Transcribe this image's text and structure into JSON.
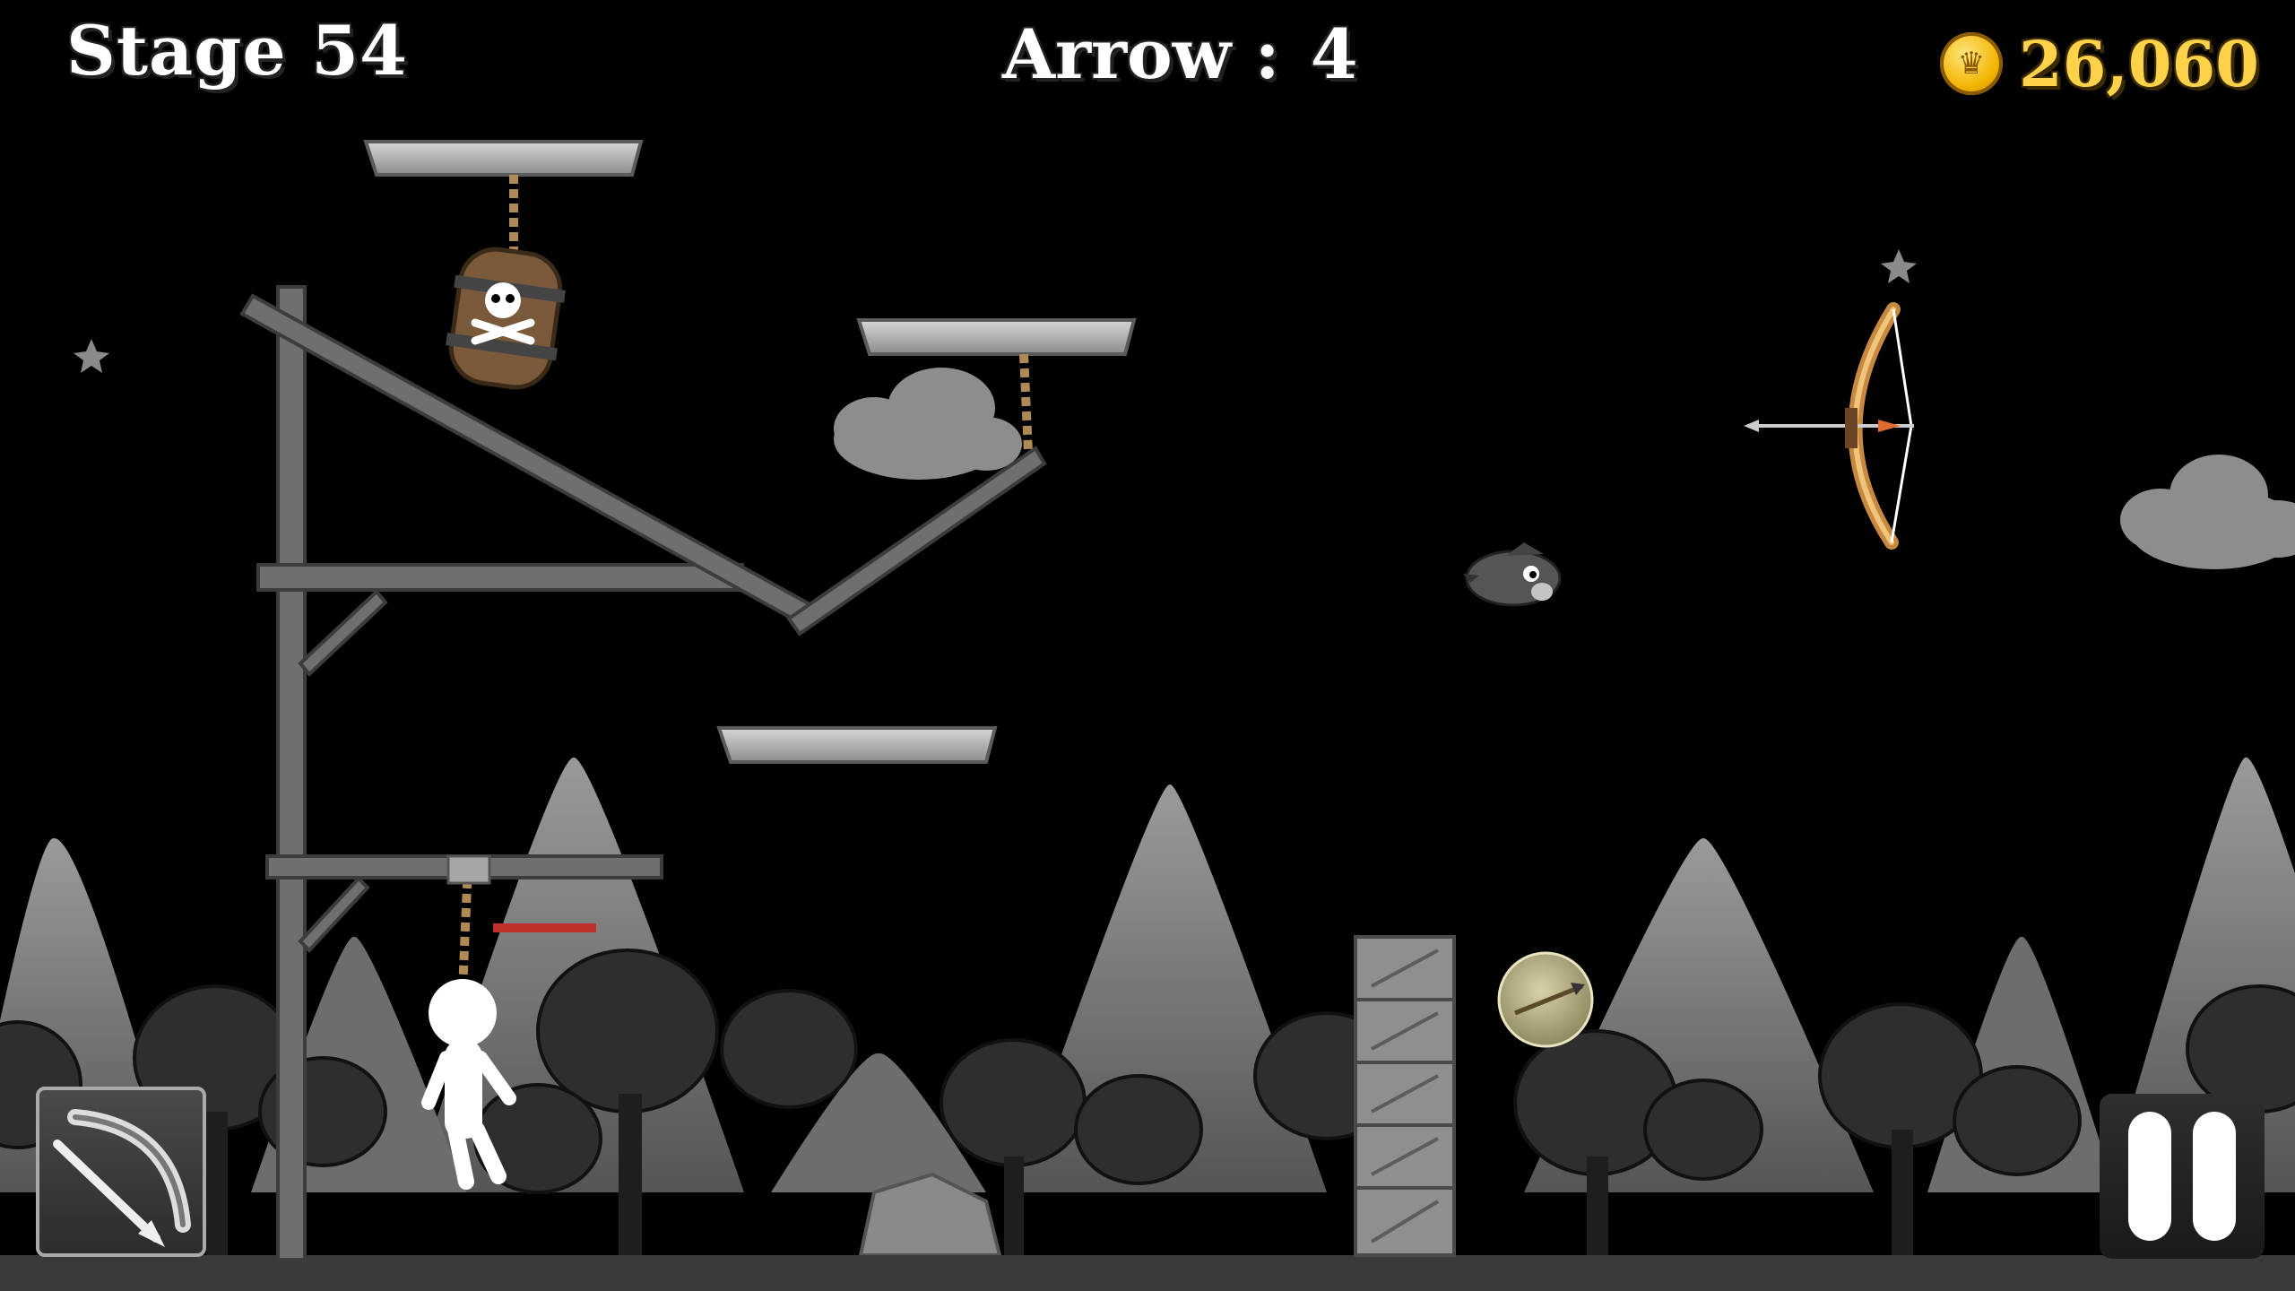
{
  "hud": {
    "stage_text": "Stage 54",
    "arrow_label": "Arrow :",
    "arrow_count": "4",
    "coins": "26,060"
  },
  "colors": {
    "background": "#000000",
    "bow": "#e0a95c",
    "coin": "#f2b400",
    "coin_text": "#ffd24a",
    "rope_bar_red": "#c0312b"
  },
  "icons": {
    "coin": "crown-coin-icon",
    "weapon": "bow-arrow-icon",
    "pause": "pause-icon",
    "barrel": "skull-crossbones-icon",
    "bonus": "arrow-bubble-icon"
  }
}
